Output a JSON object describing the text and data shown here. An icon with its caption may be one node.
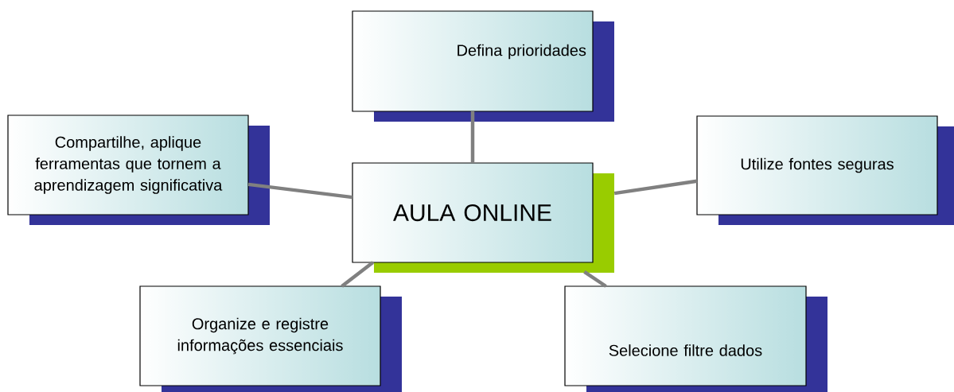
{
  "diagram": {
    "nodes": [
      {
        "text": [
          "Defina prioridades"
        ]
      },
      {
        "text": [
          "Compartilhe, aplique ferramentas que tornem a aprendizagem significativa"
        ]
      },
      {
        "text": [
          "Utilize fontes seguras"
        ]
      },
      {
        "text": [
          "AULA ONLINE"
        ]
      },
      {
        "text": [
          "Organize e registre informações essenciais"
        ]
      },
      {
        "text": [
          "Selecione filtre dados"
        ]
      }
    ],
    "edges": [
      {
        "from": 3,
        "to": 0,
        "arrow": "none"
      },
      {
        "from": 3,
        "to": 1,
        "arrow": "none"
      },
      {
        "from": 3,
        "to": 2,
        "arrow": "none"
      },
      {
        "from": 3,
        "to": 4,
        "arrow": "none"
      },
      {
        "from": 3,
        "to": 5,
        "arrow": "none"
      }
    ]
  }
}
